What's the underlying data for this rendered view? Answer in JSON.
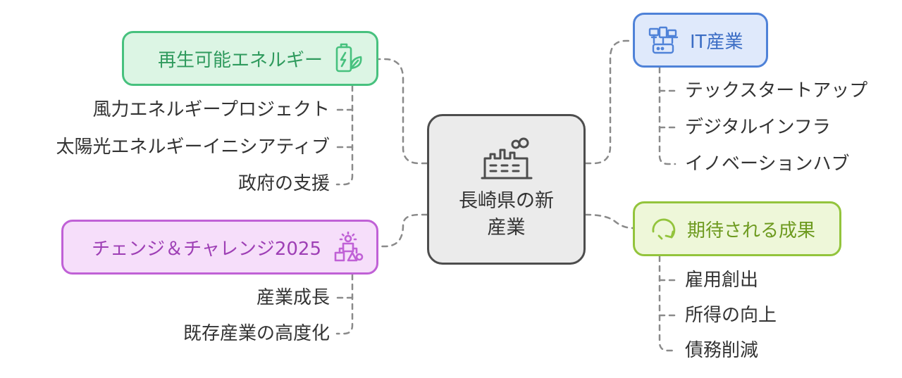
{
  "center": {
    "lines": [
      "長崎県の新",
      "産業"
    ],
    "icon": "factory-icon"
  },
  "branches": {
    "energy": {
      "label": "再生可能エネルギー",
      "icon": "eco-battery-icon",
      "color": "#47c17e",
      "items": [
        "風力エネルギープロジェクト",
        "太陽光エネルギーイニシアティブ",
        "政府の支援"
      ]
    },
    "change": {
      "label": "チェンジ＆チャレンジ2025",
      "icon": "idea-blocks-icon",
      "color": "#c061d6",
      "items": [
        "産業成長",
        "既存産業の高度化"
      ]
    },
    "it": {
      "label": "IT産業",
      "icon": "network-devices-icon",
      "color": "#4f82d8",
      "items": [
        "テックスタートアップ",
        "デジタルインフラ",
        "イノベーションハブ"
      ]
    },
    "result": {
      "label": "期待される成果",
      "icon": "circular-arrow-icon",
      "color": "#93c43c",
      "items": [
        "雇用創出",
        "所得の向上",
        "債務削減"
      ]
    }
  }
}
